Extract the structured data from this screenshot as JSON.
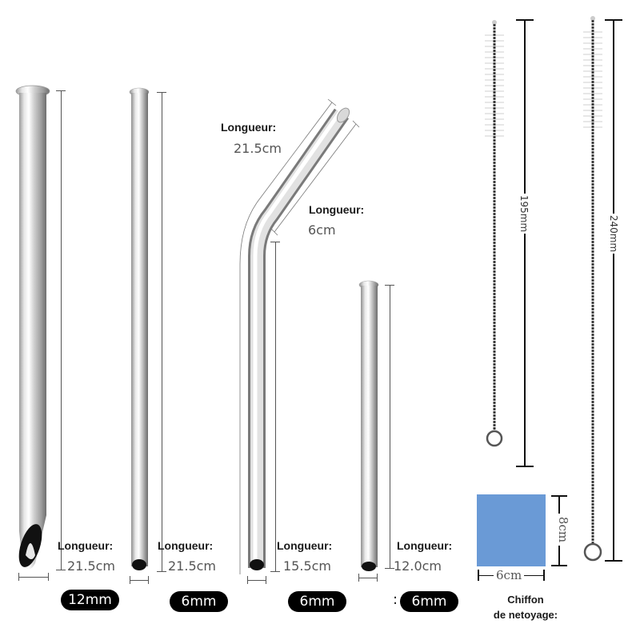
{
  "product": {
    "colors": {
      "steel_light": "#f2f2f2",
      "steel_mid": "#c8c8c8",
      "steel_dark": "#8a8a8a",
      "cloth_blue": "#6a9ad6",
      "pill_bg": "#000000",
      "pill_text": "#ffffff"
    }
  },
  "straws": [
    {
      "id": "straw-1",
      "shape": "straight-beveled",
      "length_label": "Longueur:",
      "length_value": "21.5cm",
      "diameter": "12mm"
    },
    {
      "id": "straw-2",
      "shape": "straight",
      "length_label": "Longueur:",
      "length_value": "21.5cm",
      "diameter": "6mm"
    },
    {
      "id": "straw-3",
      "shape": "bent",
      "length_label": "Longueur:",
      "length_value": "15.5cm",
      "diameter": "6mm",
      "top_length_label": "Longueur:",
      "top_length_value": "21.5cm",
      "bend_length_label": "Longueur:",
      "bend_length_value": "6cm"
    },
    {
      "id": "straw-4",
      "shape": "straight-short",
      "length_label": "Longueur:",
      "length_value": "12.0cm",
      "diameter": "6mm",
      "diameter_prefix": ":"
    }
  ],
  "brushes": [
    {
      "id": "brush-1",
      "length": "195mm"
    },
    {
      "id": "brush-2",
      "length": "240mm"
    }
  ],
  "cloth": {
    "height": "8cm",
    "width": "6cm",
    "caption_line1": "Chiffon",
    "caption_line2": "de netoyage:"
  }
}
